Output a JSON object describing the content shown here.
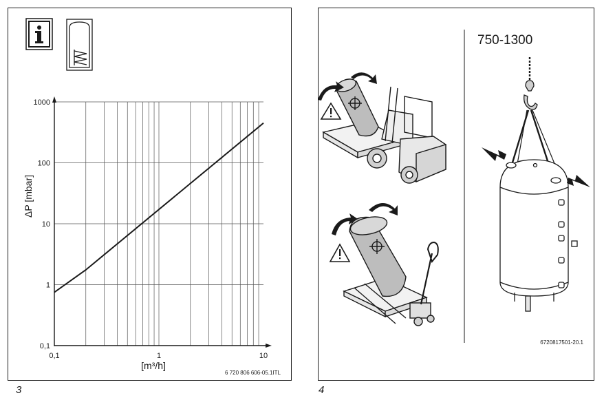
{
  "figures": {
    "left_number": "3",
    "right_number": "4"
  },
  "left_panel": {
    "info_icon_label": "i",
    "code": "6 720 806 606-05.1ITL"
  },
  "right_panel": {
    "model_range": "750-1300",
    "code": "6720817501-20.1"
  },
  "chart_data": {
    "type": "line",
    "xlabel": "[m³/h]",
    "ylabel": "ΔP [mbar]",
    "x_scale": "log",
    "y_scale": "log",
    "xlim": [
      0.1,
      10
    ],
    "ylim": [
      0.1,
      1000
    ],
    "x_ticks": [
      0.1,
      1,
      10
    ],
    "x_tick_labels": [
      "0,1",
      "1",
      "10"
    ],
    "y_ticks": [
      0.1,
      1,
      10,
      100,
      1000
    ],
    "y_tick_labels": [
      "0,1",
      "1",
      "10",
      "100",
      "1000"
    ],
    "grid": true,
    "series": [
      {
        "x": [
          0.1,
          0.2,
          10
        ],
        "y": [
          0.75,
          1.75,
          450
        ]
      }
    ]
  }
}
